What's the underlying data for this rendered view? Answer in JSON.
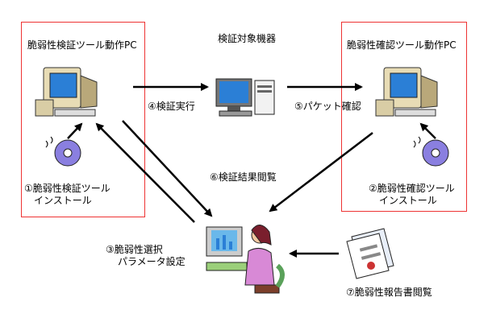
{
  "nodes": {
    "left_pc_title": "脆弱性検証ツール動作PC",
    "right_pc_title": "脆弱性確認ツール動作PC",
    "target_device": "検証対象機器"
  },
  "steps": {
    "install_tool_1": "①脆弱性検証ツール",
    "install_tool_1_line2": "インストール",
    "install_tool_2": "②脆弱性確認ツール",
    "install_tool_2_line2": "インストール",
    "select_params_1": "③脆弱性選択",
    "select_params_1_line2": "パラメータ設定",
    "execute_verification": "④検証実行",
    "confirm_packets": "⑤パケット確認",
    "view_results": "⑥検証結果閲覧",
    "view_report": "⑦脆弱性報告書閲覧"
  },
  "colors": {
    "frame": "#e33333",
    "arrow": "#000000",
    "monitor_screen": "#2b7fd6",
    "pc_body": "#f0e6c8"
  }
}
